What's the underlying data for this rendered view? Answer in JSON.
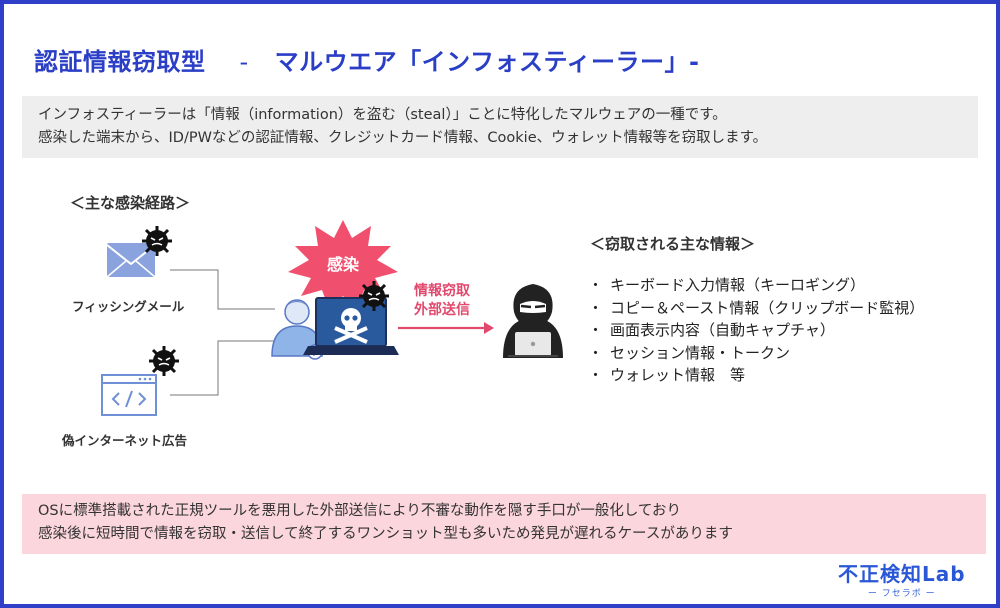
{
  "title": {
    "part1": "認証情報窃取型",
    "sep": "-",
    "part2": "マルウエア「インフォスティーラー」-"
  },
  "intro": {
    "line1": "インフォスティーラーは「情報（information）を盗む（steal）」ことに特化したマルウェアの一種です。",
    "line2": "感染した端末から、ID/PWなどの認証情報、クレジットカード情報、Cookie、ウォレット情報等を窃取します。"
  },
  "routes": {
    "title": "＜主な感染経路＞",
    "items": [
      {
        "label": "フィッシングメール",
        "icon": "envelope-icon"
      },
      {
        "label": "偽インターネット広告",
        "icon": "code-window-icon"
      }
    ]
  },
  "infection_badge": "感染",
  "send_label": {
    "line1": "情報窃取",
    "line2": "外部送信"
  },
  "stolen": {
    "title": "＜窃取される主な情報＞",
    "bullet": "・",
    "items": [
      "キーボード入力情報（キーロギング）",
      "コピー＆ペースト情報（クリップボード監視）",
      "画面表示内容（自動キャプチャ）",
      "セッション情報・トークン",
      "ウォレット情報　等"
    ]
  },
  "note": {
    "line1": "OSに標準搭載された正規ツールを悪用した外部送信により不審な動作を隠す手口が一般化しており",
    "line2": "感染後に短時間で情報を窃取・送信して終了するワンショット型も多いため発見が遅れるケースがあります"
  },
  "logo": {
    "main": "不正検知Lab",
    "sub": "ー フセラボ ー"
  },
  "colors": {
    "frame": "#2f3fc8",
    "title": "#2a3ec6",
    "accent_pink": "#e14a6d",
    "badge_red": "#f0506e",
    "icon_blue": "#6f8fd6",
    "note_bg": "#fbd6dc",
    "intro_bg": "#eeeeee"
  }
}
